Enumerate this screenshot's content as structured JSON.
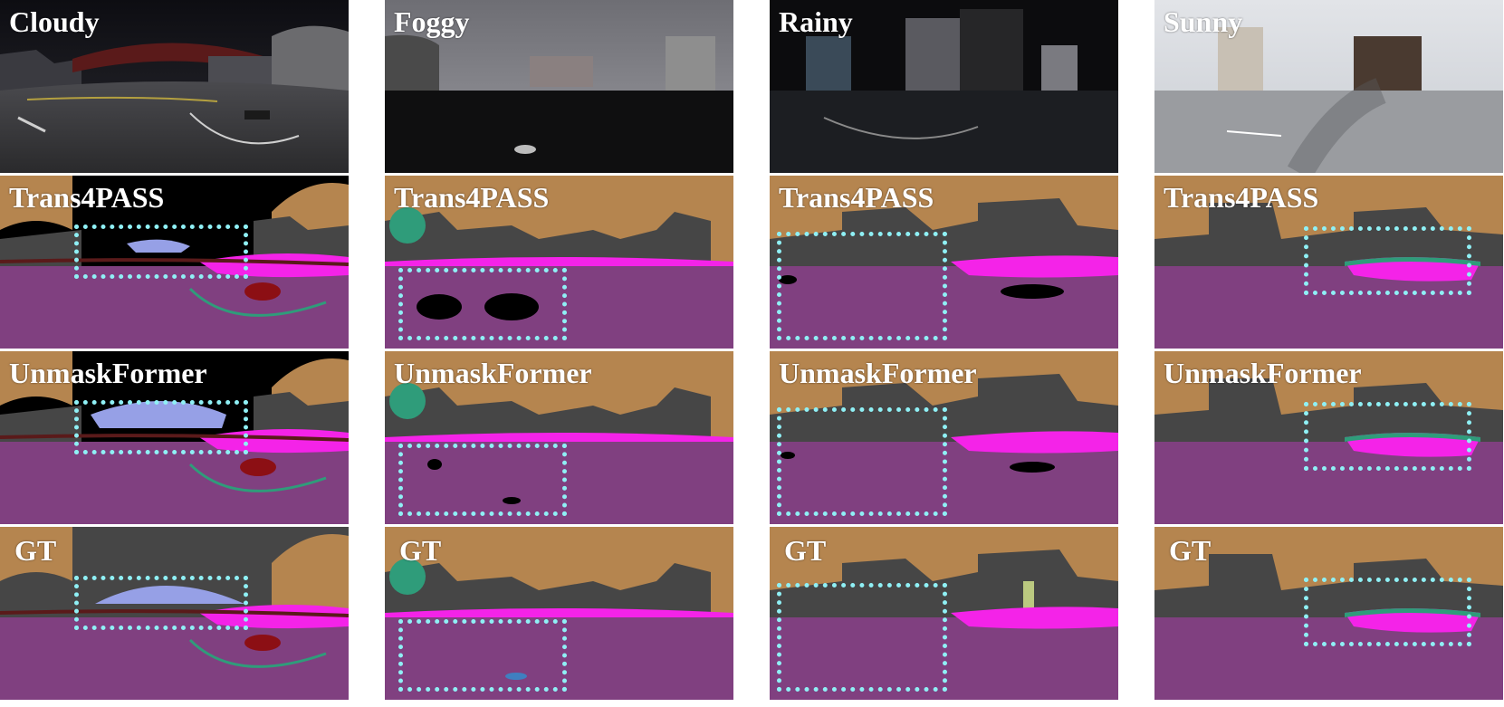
{
  "conditions": [
    {
      "name": "Cloudy"
    },
    {
      "name": "Foggy"
    },
    {
      "name": "Rainy"
    },
    {
      "name": "Sunny"
    }
  ],
  "rows": [
    {
      "label": ""
    },
    {
      "label": "Trans4PASS"
    },
    {
      "label": "UnmaskFormer"
    },
    {
      "label": "GT"
    }
  ],
  "colors": {
    "road": "#804080",
    "sidewalk": "#f423e8",
    "sky": "#b5854f",
    "building": "#464646",
    "vegetation": "#2f9c7a",
    "highlight_box": "#8ff0f5",
    "car": "#8c0f14",
    "bridge": "#96a0e6"
  }
}
